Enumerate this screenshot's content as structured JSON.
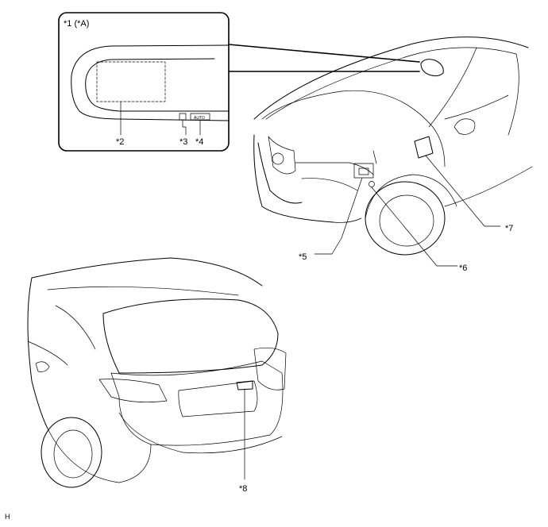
{
  "labels": {
    "callout_1": "*1 (*A)",
    "callout_2": "*2",
    "callout_3": "*3",
    "callout_4": "*4",
    "callout_5": "*5",
    "callout_6": "*6",
    "callout_7": "*7",
    "callout_8": "*8",
    "auto_text": "AUTO",
    "corner_code": "H"
  }
}
